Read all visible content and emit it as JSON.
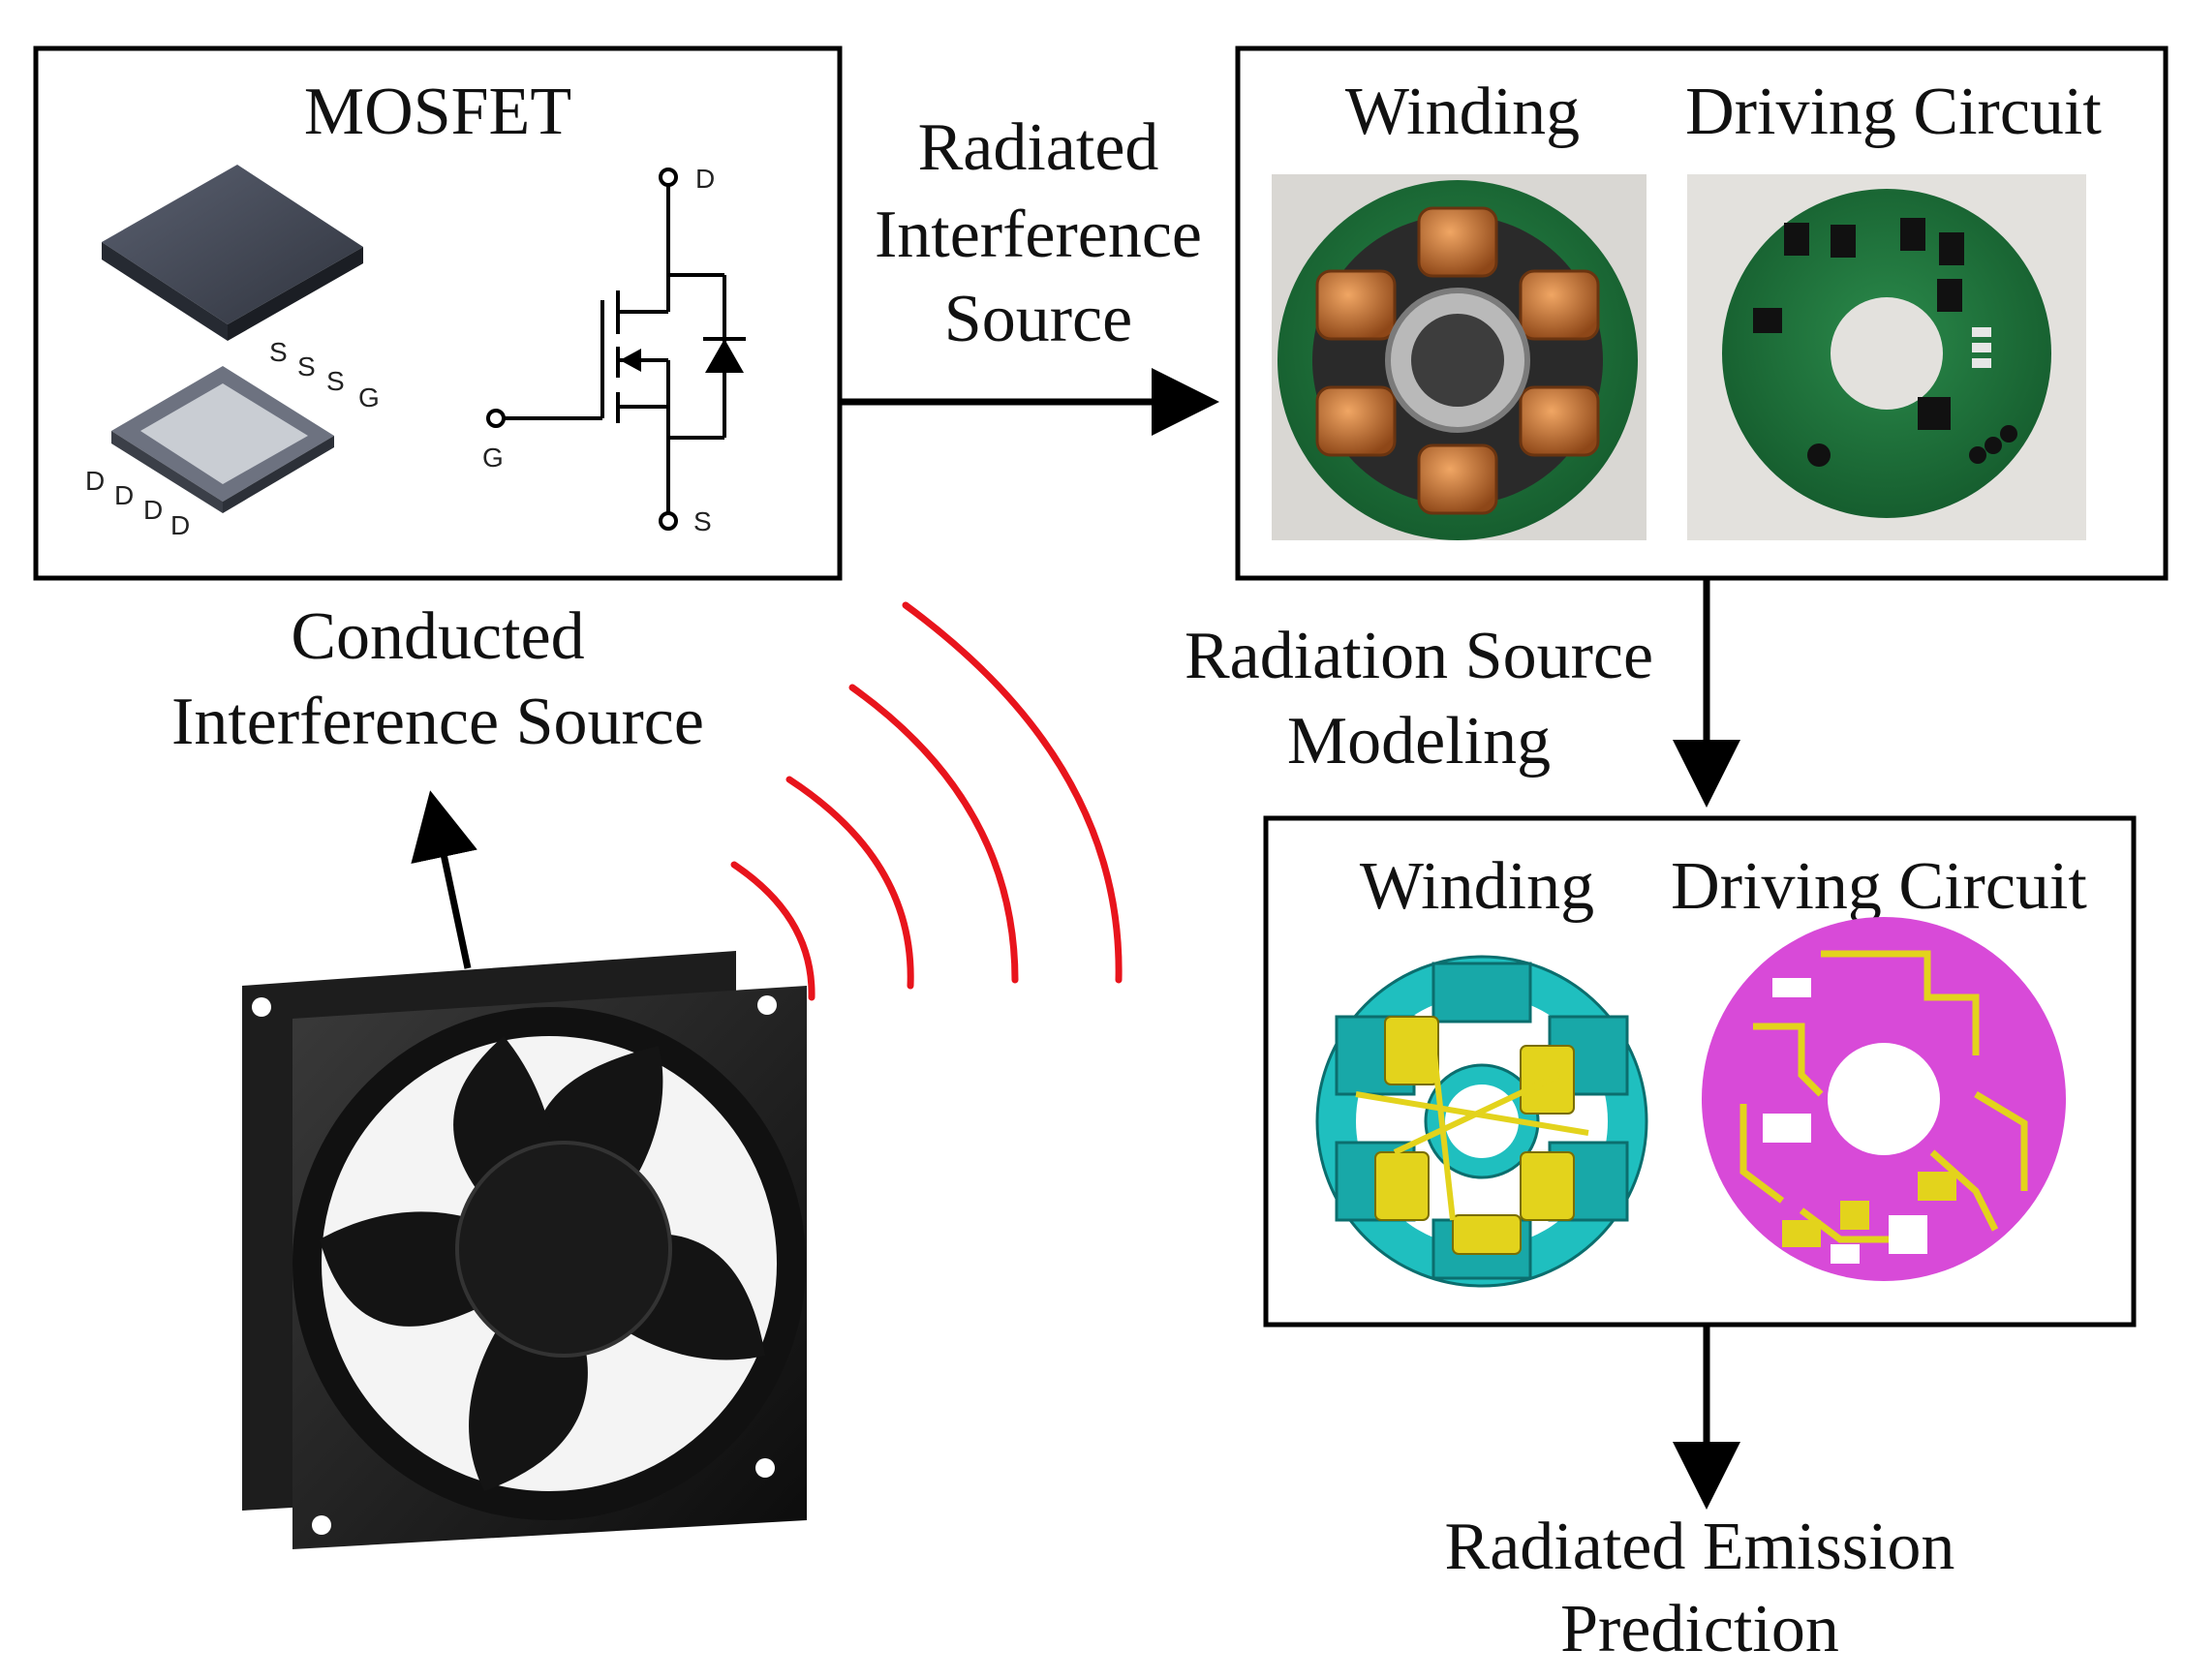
{
  "mosfet_box": {
    "title": "MOSFET",
    "pins": [
      "S",
      "S",
      "S",
      "G"
    ],
    "pins_bottom": [
      "D",
      "D",
      "D",
      "D"
    ],
    "symbol_labels": {
      "drain": "D",
      "gate": "G",
      "source": "S"
    }
  },
  "top_right_box": {
    "label_winding": "Winding",
    "label_circuit": "Driving Circuit"
  },
  "bottom_right_box": {
    "label_winding": "Winding",
    "label_circuit": "Driving Circuit"
  },
  "labels": {
    "radiated_source": [
      "Radiated",
      "Interference",
      "Source"
    ],
    "conducted_source": [
      "Conducted",
      "Interference Source"
    ],
    "modeling": [
      "Radiation Source",
      "Modeling"
    ],
    "prediction": [
      "Radiated Emission",
      "Prediction"
    ]
  },
  "colors": {
    "wave": "#e8141c",
    "arrow": "#000000",
    "pcb_green": "#1c6e3a",
    "copper": "#c5722f",
    "model_teal": "#1fbfbf",
    "model_yellow": "#e3d31c",
    "model_magenta": "#d84ad8"
  }
}
